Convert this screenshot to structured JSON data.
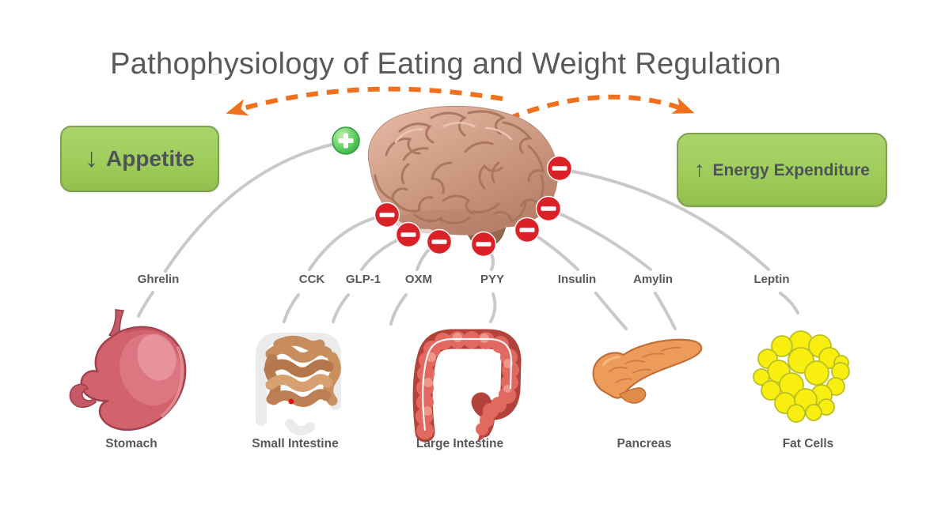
{
  "title": "Pathophysiology of Eating and Weight Regulation",
  "outcomes": {
    "appetite": {
      "arrow": "↓",
      "label": "Appetite"
    },
    "energy_expenditure": {
      "arrow": "↑",
      "label": "Energy Expenditure"
    }
  },
  "hormones": [
    {
      "label": "Ghrelin",
      "source": "Stomach",
      "effect_on_brain": "stimulates",
      "signal_icon": "plus-icon"
    },
    {
      "label": "CCK",
      "source": "Small Intestine",
      "effect_on_brain": "inhibits",
      "signal_icon": "minus-icon"
    },
    {
      "label": "GLP-1",
      "source": "Small Intestine",
      "effect_on_brain": "inhibits",
      "signal_icon": "minus-icon"
    },
    {
      "label": "OXM",
      "source": "Large Intestine",
      "effect_on_brain": "inhibits",
      "signal_icon": "minus-icon"
    },
    {
      "label": "PYY",
      "source": "Large Intestine",
      "effect_on_brain": "inhibits",
      "signal_icon": "minus-icon"
    },
    {
      "label": "Insulin",
      "source": "Pancreas",
      "effect_on_brain": "inhibits",
      "signal_icon": "minus-icon"
    },
    {
      "label": "Amylin",
      "source": "Pancreas",
      "effect_on_brain": "inhibits",
      "signal_icon": "minus-icon"
    },
    {
      "label": "Leptin",
      "source": "Fat Cells",
      "effect_on_brain": "inhibits",
      "signal_icon": "minus-icon"
    }
  ],
  "organs": [
    {
      "label": "Stomach"
    },
    {
      "label": "Small Intestine"
    },
    {
      "label": "Large Intestine"
    },
    {
      "label": "Pancreas"
    },
    {
      "label": "Fat Cells"
    }
  ],
  "figures": [
    "brain-illustration",
    "stomach-illustration",
    "small-intestine-illustration",
    "large-intestine-illustration",
    "pancreas-illustration",
    "fat-cells-illustration"
  ],
  "colors": {
    "title_text": "#58595b",
    "label_text": "#57585a",
    "box_fill": "#9fcd5b",
    "box_border": "#7fa050",
    "box_text": "#4d5357",
    "arrow_orange": "#f0701d",
    "inhibit_red": "#da2128",
    "stimulate_green": "#45c250",
    "connector_gray": "#c9c9c9"
  }
}
